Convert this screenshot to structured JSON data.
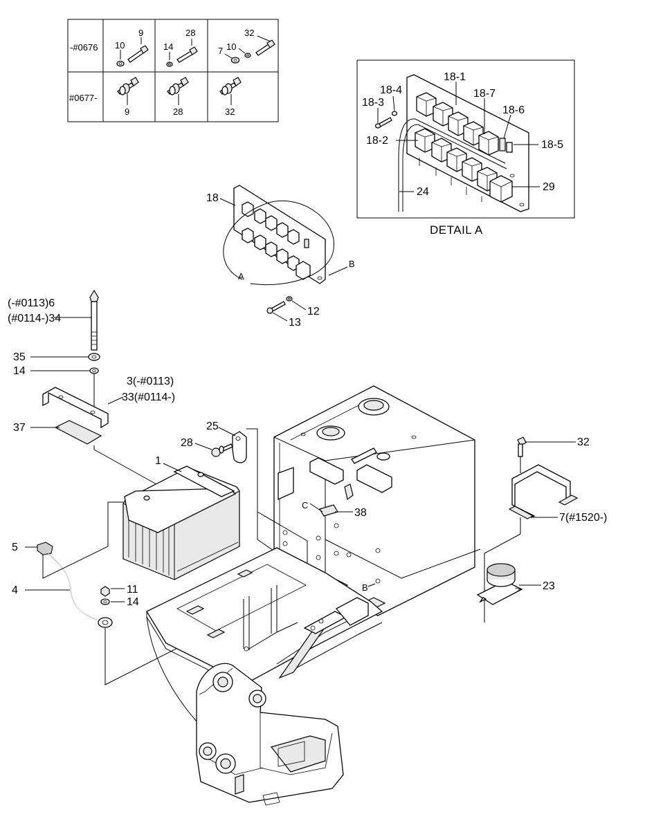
{
  "figure": {
    "type": "parts-diagram",
    "detail_title": "DETAIL  A"
  },
  "serial_table": {
    "rows": [
      {
        "serial": "-#0676",
        "groups": [
          {
            "labels": [
              "10",
              "9"
            ]
          },
          {
            "labels": [
              "14",
              "28"
            ]
          },
          {
            "labels": [
              "7",
              "10",
              "32"
            ]
          }
        ]
      },
      {
        "serial": "#0677-",
        "groups": [
          {
            "labels": [
              "9"
            ]
          },
          {
            "labels": [
              "28"
            ]
          },
          {
            "labels": [
              "32"
            ]
          }
        ]
      }
    ]
  },
  "detail_a_labels": {
    "l18_1": "18-1",
    "l18_4": "18-4",
    "l18_7": "18-7",
    "l18_3": "18-3",
    "l18_6": "18-6",
    "l18_2": "18-2",
    "l18_5": "18-5",
    "l24": "24",
    "l29": "29"
  },
  "callouts": {
    "c18": "18",
    "cA": "A",
    "cB_top": "B",
    "c12": "12",
    "c13": "13",
    "c6_34_a": "(-#0113)6",
    "c6_34_b": "(#0114-)34",
    "c35": "35",
    "c14_top": "14",
    "c3_33_a": "3(-#0113)",
    "c3_33_b": "33(#0114-)",
    "c37": "37",
    "c25": "25",
    "c28": "28",
    "c1": "1",
    "cC": "C",
    "c38": "38",
    "c32": "32",
    "c7": "7(#1520-)",
    "c5": "5",
    "c4": "4",
    "c11": "11",
    "c14_bottom": "14",
    "cB_tank": "B",
    "c23": "23"
  },
  "icons": [
    "bolt-icon",
    "washer-icon",
    "relay-icon",
    "battery-icon",
    "clamp-icon",
    "fuel-tank-icon",
    "bracket-icon",
    "cable-icon",
    "nut-icon",
    "relay-switch-icon"
  ],
  "colors": {
    "line": "#000000",
    "background": "#ffffff",
    "shade": "#e9e9e9"
  }
}
